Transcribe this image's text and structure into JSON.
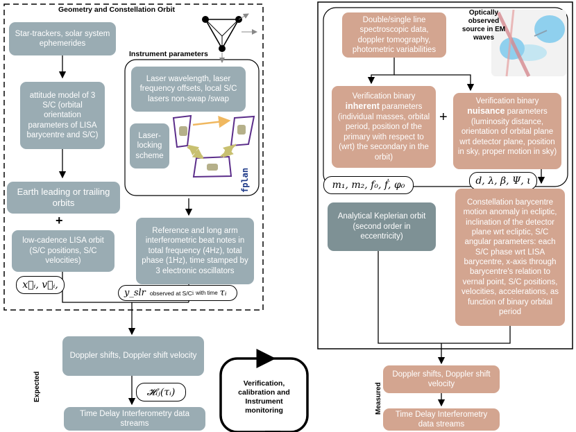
{
  "left": {
    "title": "Geometry and Constellation Orbit",
    "star_trackers": "Star-trackers, solar system ephemerides",
    "attitude": "attitude model of 3 S/C (orbital orientation parameters of LISA barycentre and S/C)",
    "earth_orbits": "Earth leading or trailing orbits",
    "plus1": "+",
    "low_cadence": "low-cadence LISA orbit (S/C positions, S/C velocities)",
    "pos_vel_symbol": "x⃗ᵢ, v⃗ᵢ,",
    "instrument_title": "Instrument parameters",
    "laser_wavelength": "Laser wavelength, laser frequency offsets, local S/C lasers non-swap /swap",
    "laser_locking": "Laser-locking scheme",
    "fplan": "fplan",
    "beat_notes": "Reference and long arm interferometric beat notes in total frequency (4Hz), total phase (1Hz), time stamped by 3 electronic oscillators",
    "observable_symbol": "y_slr",
    "observable_text": "observed at S/C",
    "observable_sub": "i",
    "observable_time": "with time",
    "observable_tau": "τᵢ"
  },
  "center": {
    "doppler_expected": "Doppler shifts, Doppler shift velocity",
    "h_symbol": "𝓗ᵢⱼ(τᵢ)",
    "tdi_expected": "Time Delay Interferometry data streams",
    "expected_label": "Expected",
    "verification": "Verification, calibration and Instrument monitoring",
    "measured_label": "Measured"
  },
  "right": {
    "optical_label": "Optically observed source in EM waves",
    "spectroscopic": "Double/single line spectroscopic data, doppler tomography, photometric variabilities",
    "inherent_pre": "Verification binary",
    "inherent_bold": "inherent",
    "inherent_post": "parameters (individual masses, orbital period, position of the primary with respect to (wrt) the secondary in the orbit)",
    "plus2": "+",
    "nuisance_pre": "Verification binary",
    "nuisance_bold": "nuisance",
    "nuisance_post": "parameters (luminosity distance, orientation of orbital plane wrt detector plane, position in sky, proper motion in sky)",
    "inherent_symbol": "m₁, m₂, f₀, ḟ, φ₀",
    "nuisance_symbol": "d, λ, β, Ψ, ι",
    "keplerian": "Analytical Keplerian orbit (second order in eccentricity)",
    "barycentre": "Constellation barycentre motion anomaly in ecliptic, inclination of the detector plane wrt ecliptic, S/C angular parameters: each S/C phase wrt LISA barycentre, x-axis through barycentre's relation to vernal point, S/C positions, velocities, accelerations, as function of binary orbital period",
    "doppler_measured": "Doppler shifts, Doppler shift velocity",
    "tdi_measured": "Time Delay Interferometry data streams"
  },
  "colors": {
    "grey_box": "#9aacb3",
    "dark_grey_box": "#7e9195",
    "tan_box": "#d3a590",
    "purple_outline": "#5b2d8a",
    "orange_arrow": "#f0b860"
  },
  "icons": [
    "constellation-triangle-icon",
    "binary-star-icon",
    "laser-locking-icon",
    "cycle-arrow-icon"
  ]
}
